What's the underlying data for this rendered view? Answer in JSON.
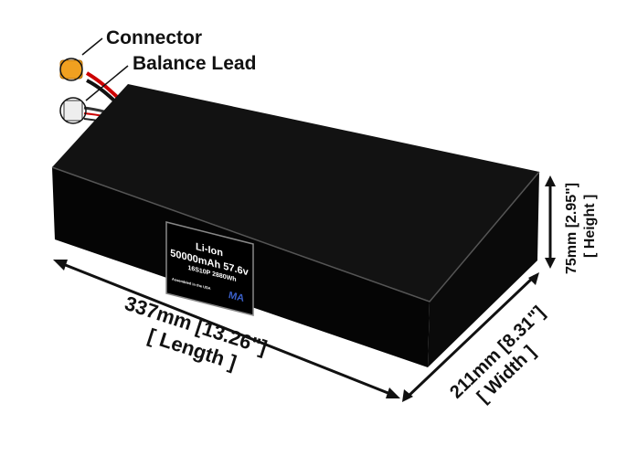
{
  "callouts": {
    "connector": "Connector",
    "balance_lead": "Balance Lead"
  },
  "dimensions": {
    "length": "337mm  [13.26\"]",
    "length_label": "[ Length ]",
    "width": "211mm [8.31\"]",
    "width_label": "[ Width ]",
    "height": "75mm [2.95\"]",
    "height_label": "[ Height ]"
  },
  "battery_label": {
    "chemistry": "Li-Ion",
    "capacity_voltage": "50000mAh 57.6v",
    "config_energy": "16S10P 2880Wh",
    "assembled": "Assembled in the USA",
    "logo": "MA"
  },
  "colors": {
    "body": "#0b0b0b",
    "connector": "#f0a020",
    "label_logo": "#3a5fc8"
  }
}
